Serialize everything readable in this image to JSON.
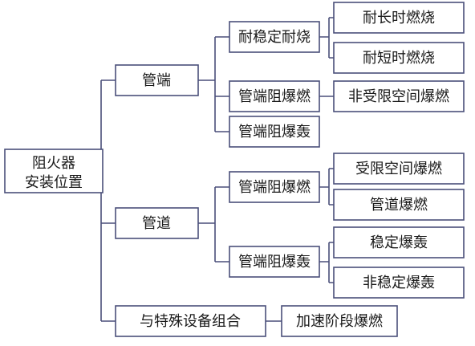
{
  "root": {
    "line1": "阻火器",
    "line2": "安装位置"
  },
  "pipe_end": {
    "label": "管端",
    "stable": {
      "label": "耐稳定耐烧",
      "long_burn": "耐长时燃烧",
      "short_burn": "耐短时燃烧"
    },
    "deflagration": {
      "label": "管端阻爆燃",
      "unconfined": "非受限空间爆燃"
    },
    "detonation": {
      "label": "管端阻爆轰"
    }
  },
  "pipeline": {
    "label": "管道",
    "deflagration": {
      "label": "管端阻爆燃",
      "confined": "受限空间爆燃",
      "pipe_deflagration": "管道爆燃"
    },
    "detonation": {
      "label": "管端阻爆轰",
      "stable": "稳定爆轰",
      "unstable": "非稳定爆轰"
    }
  },
  "combo": {
    "label": "与特殊设备组合",
    "accelerating": "加速阶段爆燃"
  }
}
